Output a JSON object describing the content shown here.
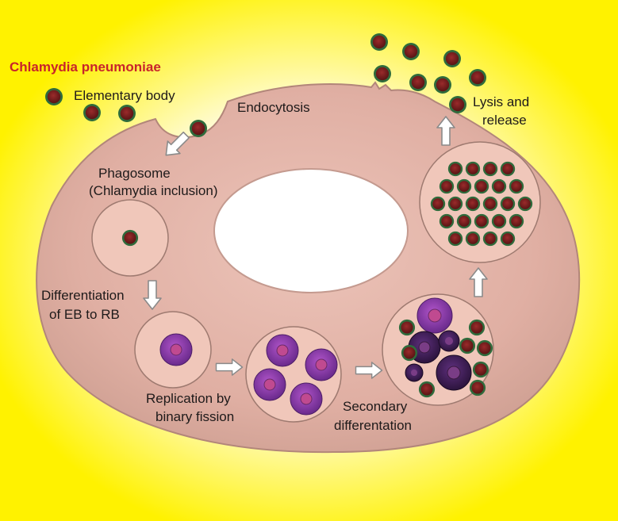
{
  "title": "Chlamydia pneumoniae",
  "colors": {
    "title": "#c8242b",
    "cell_fill": "#e3b4a8",
    "cell_edge": "#b2867a",
    "inclusion_fill": "#f0c7ba",
    "eb_fill": "#6f1d1d",
    "eb_ring": "#2f6b3c",
    "rb_outer": "#8a3fb3",
    "rb_inner": "#b8468f",
    "background_edge": "#fff200",
    "background_center": "#fffde6"
  },
  "labels": {
    "elementary_body": "Elementary body",
    "endocytosis": "Endocytosis",
    "phagosome_1": "Phagosome",
    "phagosome_2": "(Chlamydia inclusion)",
    "differentiation_1": "Differentiation",
    "differentiation_2": "of EB to RB",
    "replication_1": "Replication by",
    "replication_2": "binary fission",
    "secondary_1": "Secondary",
    "secondary_2": "differentation",
    "lysis_1": "Lysis and",
    "lysis_2": "release"
  },
  "icons": [
    "elementary-body-icon",
    "reticulate-body-icon",
    "arrow-icon",
    "nucleus-icon"
  ]
}
